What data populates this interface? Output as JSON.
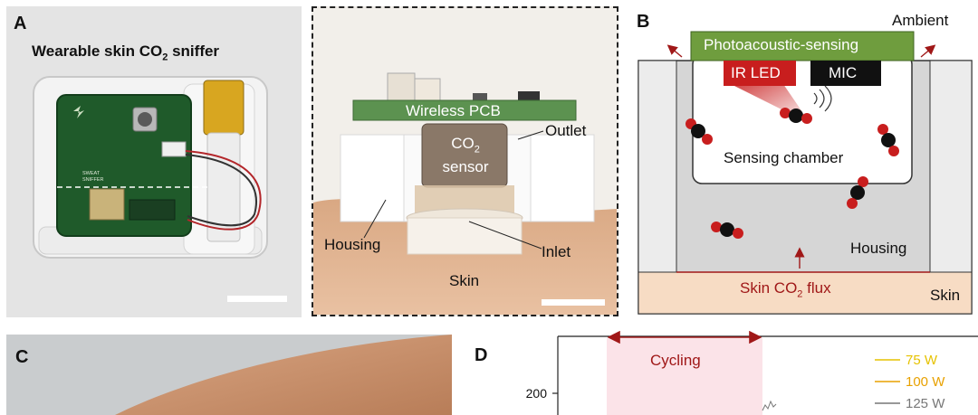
{
  "panelA": {
    "letter": "A",
    "title_pre": "Wearable skin CO",
    "title_sub": "2",
    "title_post": " sniffer",
    "pcb_text_1": "SWEAT",
    "pcb_text_2": "SNIFFER"
  },
  "panelInset": {
    "pcb_label": "Wireless PCB",
    "sensor_line1_pre": "CO",
    "sensor_line1_sub": "2",
    "sensor_line2": "sensor",
    "outlet": "Outlet",
    "housing": "Housing",
    "inlet": "Inlet",
    "skin": "Skin"
  },
  "panelB": {
    "letter": "B",
    "ambient": "Ambient",
    "top_board": "Photoacoustic-sensing",
    "ir_led": "IR LED",
    "mic": "MIC",
    "chamber": "Sensing chamber",
    "housing": "Housing",
    "flux_pre": "Skin CO",
    "flux_sub": "2",
    "flux_post": " flux",
    "skin": "Skin"
  },
  "panelC": {
    "letter": "C"
  },
  "panelD": {
    "letter": "D",
    "cycling": "Cycling",
    "ytick": "200",
    "legend": [
      {
        "label": "75 W",
        "color": "#e6c200"
      },
      {
        "label": "100 W",
        "color": "#e8a100"
      },
      {
        "label": "125 W",
        "color": "#777777"
      }
    ]
  },
  "colors": {
    "accent_red": "#a01818",
    "board_green": "#6f9d3e",
    "skin_peach": "#f7dcc4",
    "cycling_pink": "#fbe3e8"
  }
}
